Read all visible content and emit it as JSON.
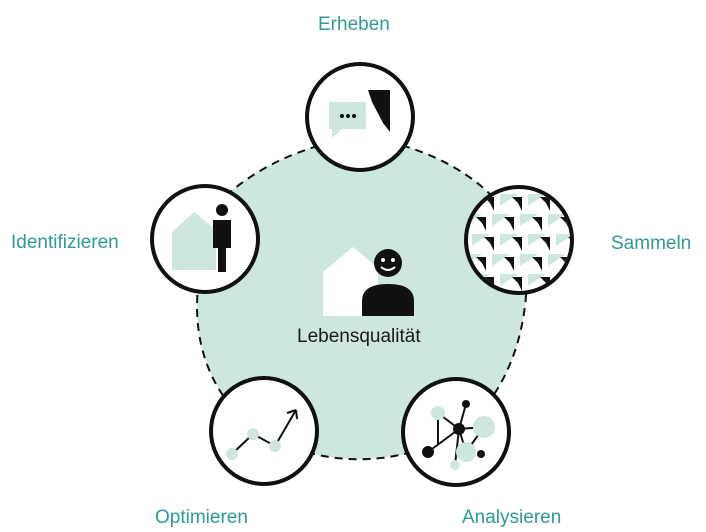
{
  "center": {
    "label": "Lebensqualität",
    "icon": "house-person-icon"
  },
  "steps": [
    {
      "label": "Erheben",
      "icon": "speech-bubbles-icon"
    },
    {
      "label": "Sammeln",
      "icon": "pattern-collection-icon"
    },
    {
      "label": "Analysieren",
      "icon": "network-graph-icon"
    },
    {
      "label": "Optimieren",
      "icon": "trend-arrow-icon"
    },
    {
      "label": "Identifizieren",
      "icon": "house-person-icon"
    }
  ],
  "colors": {
    "accent_text": "#2f9a92",
    "fill": "#cde6df",
    "stroke": "#111111"
  }
}
